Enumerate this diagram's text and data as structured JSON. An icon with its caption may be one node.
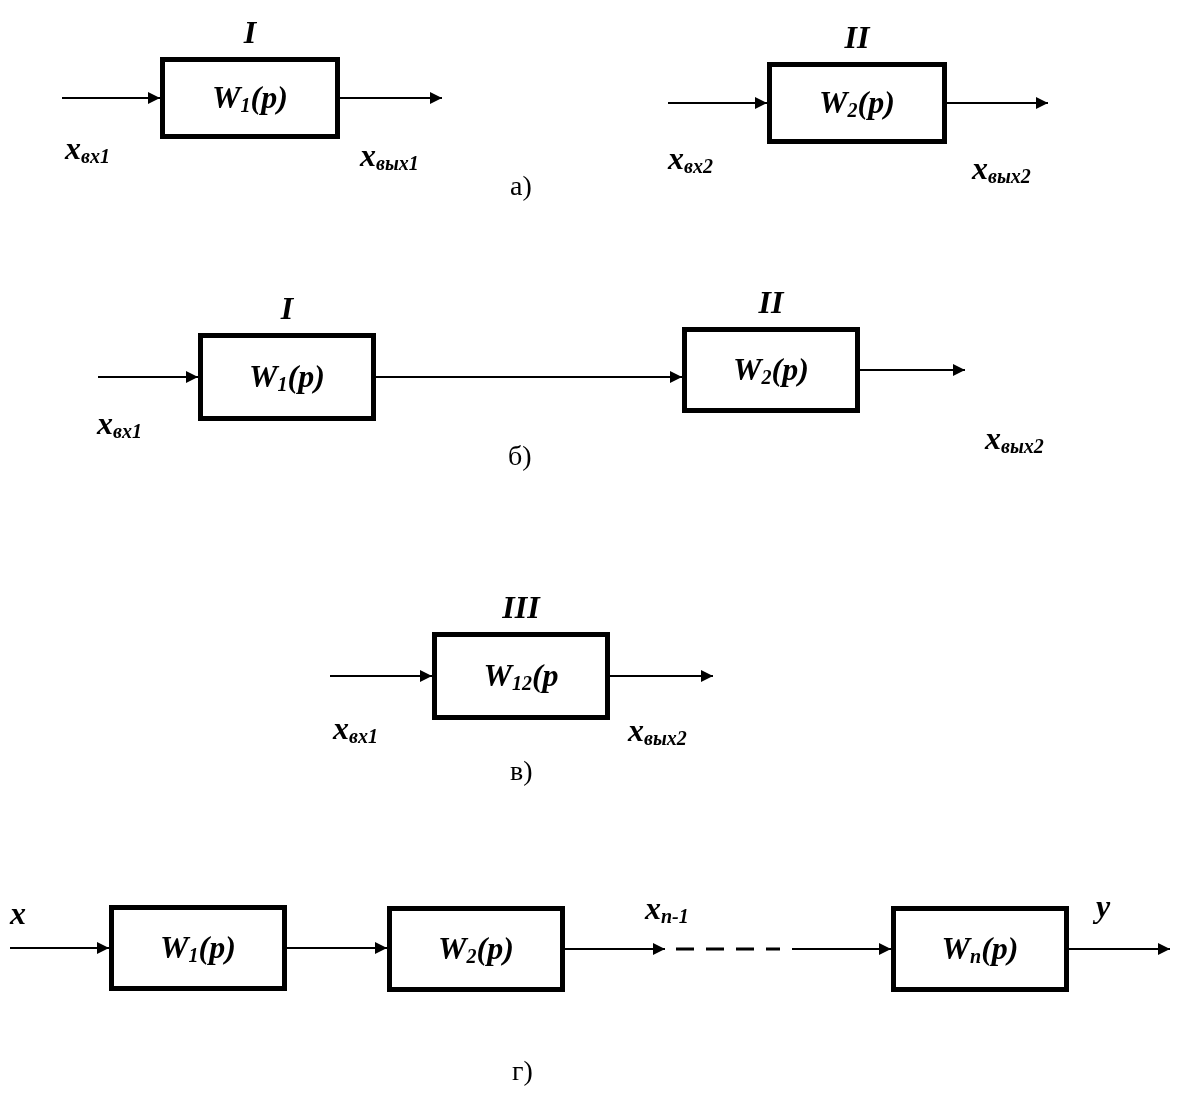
{
  "diagram": {
    "nodes": [
      {
        "text": [
          "I",
          "W$_{1}$(p)"
        ]
      },
      {
        "text": [
          "II",
          "W$_{2}$(p)"
        ]
      },
      {
        "text": [
          "I",
          "W$_{1}$(p)"
        ]
      },
      {
        "text": [
          "II",
          "W$_{2}$(p)"
        ]
      },
      {
        "text": [
          "III",
          "W$_{12}$(p"
        ]
      },
      {
        "text": [
          "W$_{1}$(p)"
        ]
      },
      {
        "text": [
          "W$_{2}$(p)"
        ]
      },
      {
        "text": [
          "W$_{n}$(p)"
        ]
      }
    ],
    "edges": [
      {
        "from": null,
        "to": 0,
        "arrow": "to",
        "label": "x$_{вх1}$"
      },
      {
        "from": 0,
        "to": null,
        "arrow": "to",
        "label": "x$_{вых1}$"
      },
      {
        "from": null,
        "to": 1,
        "arrow": "to",
        "label": "x$_{вх2}$"
      },
      {
        "from": 1,
        "to": null,
        "arrow": "to",
        "label": "x$_{вых2}$"
      },
      {
        "from": null,
        "to": 2,
        "arrow": "to",
        "label": "x$_{вх1}$"
      },
      {
        "from": 2,
        "to": 3,
        "arrow": "to"
      },
      {
        "from": 3,
        "to": null,
        "arrow": "to",
        "label": "x$_{вых2}$"
      },
      {
        "from": null,
        "to": 4,
        "arrow": "to",
        "label": "x$_{вх1}$"
      },
      {
        "from": 4,
        "to": null,
        "arrow": "to",
        "label": "x$_{вых2}$"
      },
      {
        "from": null,
        "to": 5,
        "arrow": "to",
        "label": "x"
      },
      {
        "from": 5,
        "to": 6,
        "arrow": "to"
      },
      {
        "from": 6,
        "to": null,
        "arrow": "to",
        "label": "x$_{n-1}$"
      },
      {
        "from": null,
        "to": 7,
        "arrow": "to"
      },
      {
        "from": 7,
        "to": null,
        "arrow": "to",
        "label": "y"
      }
    ],
    "labels": [
      "а)",
      "б)",
      "в)",
      "г)"
    ]
  }
}
